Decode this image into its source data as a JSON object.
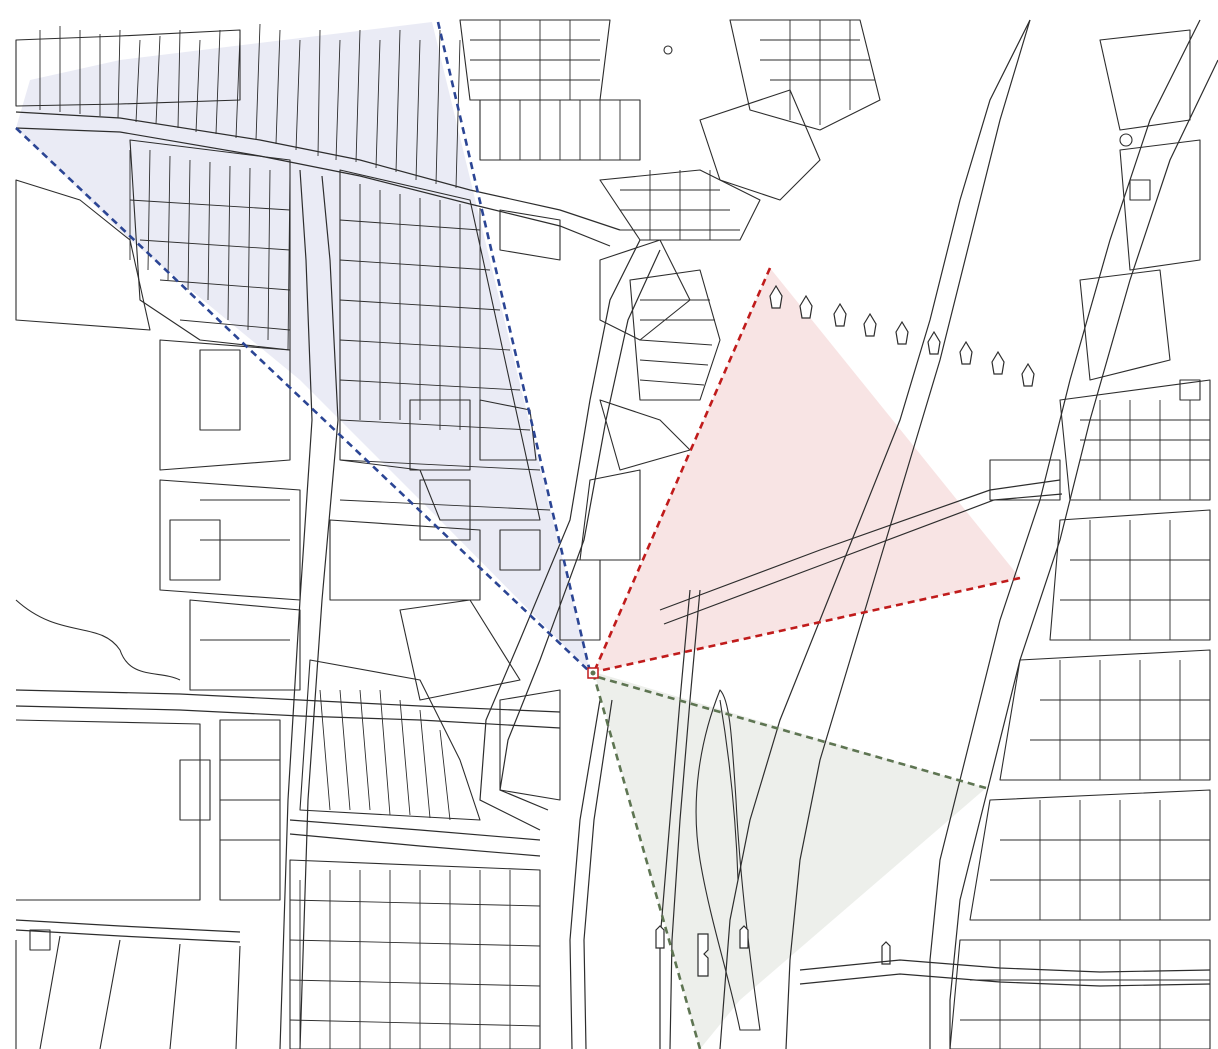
{
  "map": {
    "title": "",
    "labels": [],
    "colors": {
      "background": "#ffffff",
      "building_lines": "#2d2d2d"
    },
    "viewsheds": [
      {
        "id": "north-west",
        "color": "#2b4594",
        "fill": "#e6e8f3"
      },
      {
        "id": "north-east",
        "color": "#c01b1b",
        "fill": "#f7e1e1"
      },
      {
        "id": "south-east",
        "color": "#5e7552",
        "fill": "#eceeea"
      }
    ]
  }
}
